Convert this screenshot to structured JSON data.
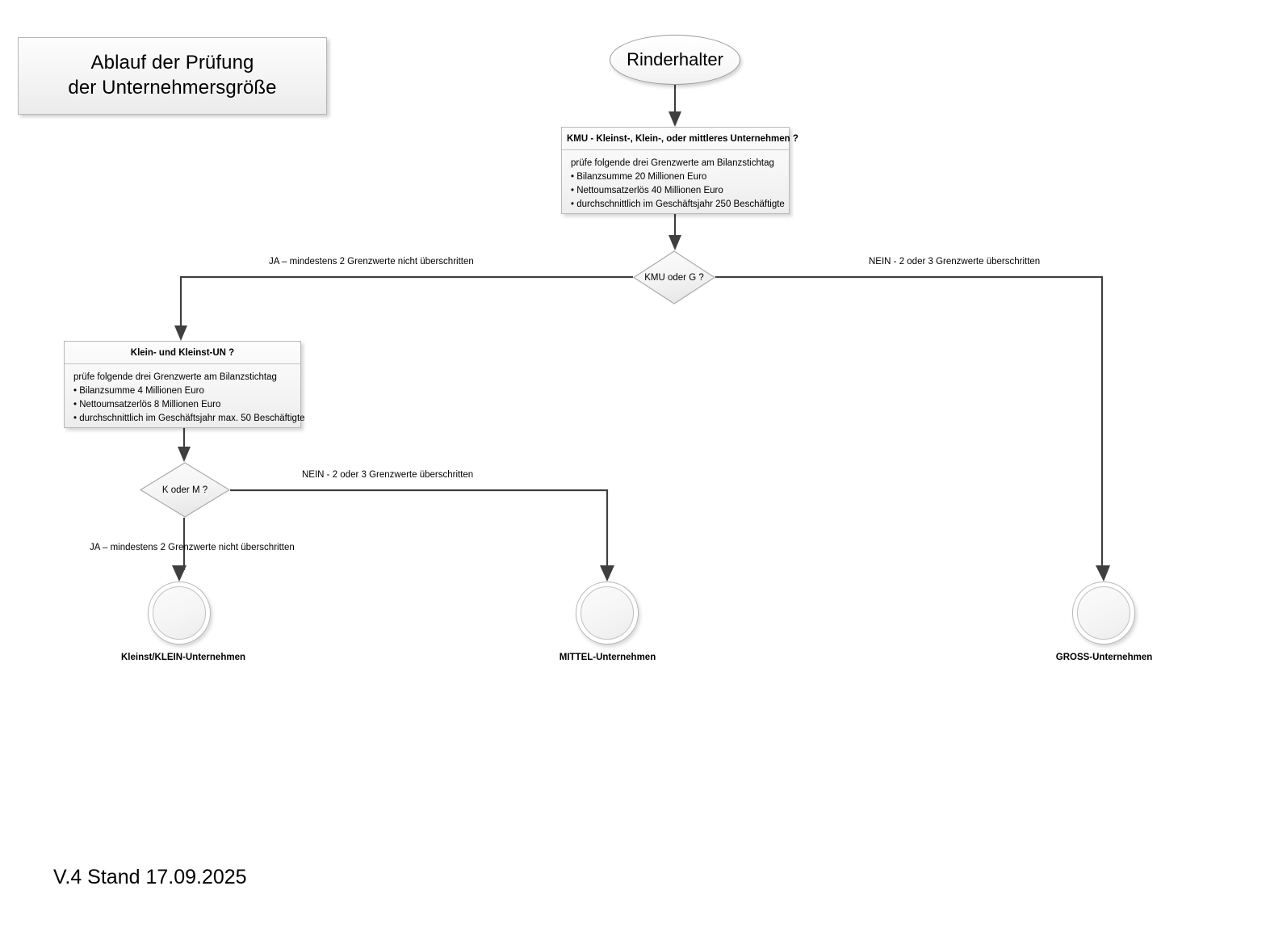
{
  "title_card": {
    "line1": "Ablauf der Prüfung",
    "line2": "der Unternehmersgröße"
  },
  "start": {
    "label": "Rinderhalter"
  },
  "nodes": {
    "kmu_box": {
      "header": "KMU - Kleinst-, Klein-, oder mittleres Unternehmen ?",
      "intro": "prüfe folgende drei Grenzwerte am Bilanzstichtag",
      "bullets": [
        "• Bilanzsumme 20 Millionen Euro",
        "• Nettoumsatzerlös 40 Millionen Euro",
        "• durchschnittlich im Geschäftsjahr 250 Beschäftigte"
      ]
    },
    "klein_box": {
      "header": "Klein- und Kleinst-UN ?",
      "intro": "prüfe folgende drei Grenzwerte am Bilanzstichtag",
      "bullets": [
        "• Bilanzsumme 4 Millionen Euro",
        "• Nettoumsatzerlös 8 Millionen Euro",
        "• durchschnittlich im Geschäftsjahr max. 50 Beschäftigte"
      ]
    },
    "decision_kmu": {
      "label": "KMU oder G ?"
    },
    "decision_km": {
      "label": "K oder M ?"
    }
  },
  "edge_labels": {
    "ja_kmu": "JA – mindestens 2 Grenzwerte nicht überschritten",
    "nein_kmu": "NEIN - 2 oder 3 Grenzwerte überschritten",
    "nein_km": "NEIN - 2 oder 3 Grenzwerte überschritten",
    "ja_km": "JA – mindestens 2 Grenzwerte nicht überschritten"
  },
  "end_nodes": {
    "kleinst": "Kleinst/KLEIN-Unternehmen",
    "mittel": "MITTEL-Unternehmen",
    "gross": "GROSS-Unternehmen"
  },
  "footer": {
    "version": "V.4 Stand 17.09.2025"
  },
  "colors": {
    "connector": "#3f3f3f",
    "box_border": "#b9b9b9",
    "page_background": "#ffffff"
  }
}
